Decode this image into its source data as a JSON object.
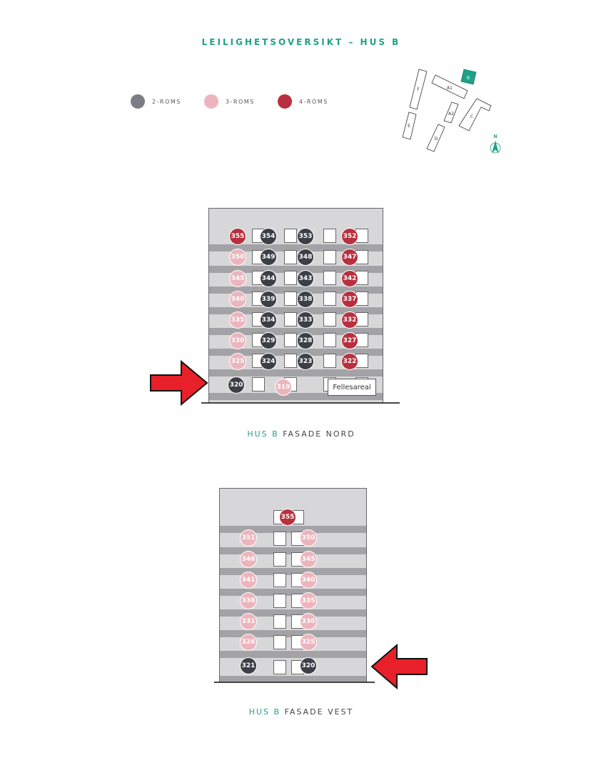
{
  "title": "LEILIGHETSOVERSIKT – HUS B",
  "legend": [
    {
      "label": "2-ROMS",
      "color": "#7b7d85"
    },
    {
      "label": "3-ROMS",
      "color": "#ecb5bd"
    },
    {
      "label": "4-ROMS",
      "color": "#b8303f"
    }
  ],
  "type_colors": {
    "2": "#3d3f47",
    "3": "#ecb5bd",
    "4": "#b8303f"
  },
  "site_map": {
    "buildings": [
      "F",
      "A1",
      "B",
      "A2",
      "C",
      "E",
      "D"
    ],
    "north": "N",
    "highlight": "B",
    "accent": "#1fa187"
  },
  "north": {
    "caption_hl": "HUS B",
    "caption": "FASADE NORD",
    "common_area": "Fellesareal",
    "units": [
      {
        "n": "355",
        "t": "4"
      },
      {
        "n": "354",
        "t": "2"
      },
      {
        "n": "353",
        "t": "2"
      },
      {
        "n": "352",
        "t": "4"
      },
      {
        "n": "350",
        "t": "3"
      },
      {
        "n": "349",
        "t": "2"
      },
      {
        "n": "348",
        "t": "2"
      },
      {
        "n": "347",
        "t": "4"
      },
      {
        "n": "345",
        "t": "3"
      },
      {
        "n": "344",
        "t": "2"
      },
      {
        "n": "343",
        "t": "2"
      },
      {
        "n": "342",
        "t": "4"
      },
      {
        "n": "340",
        "t": "3"
      },
      {
        "n": "339",
        "t": "2"
      },
      {
        "n": "338",
        "t": "2"
      },
      {
        "n": "337",
        "t": "4"
      },
      {
        "n": "335",
        "t": "3"
      },
      {
        "n": "334",
        "t": "2"
      },
      {
        "n": "333",
        "t": "2"
      },
      {
        "n": "332",
        "t": "4"
      },
      {
        "n": "330",
        "t": "3"
      },
      {
        "n": "329",
        "t": "2"
      },
      {
        "n": "328",
        "t": "2"
      },
      {
        "n": "327",
        "t": "4"
      },
      {
        "n": "325",
        "t": "3"
      },
      {
        "n": "324",
        "t": "2"
      },
      {
        "n": "323",
        "t": "2"
      },
      {
        "n": "322",
        "t": "4"
      },
      {
        "n": "320",
        "t": "2"
      },
      {
        "n": "319",
        "t": "3"
      }
    ]
  },
  "west": {
    "caption_hl": "HUS B",
    "caption": "FASADE VEST",
    "units": [
      {
        "n": "355",
        "t": "4"
      },
      {
        "n": "351",
        "t": "3"
      },
      {
        "n": "350",
        "t": "3"
      },
      {
        "n": "346",
        "t": "3"
      },
      {
        "n": "345",
        "t": "3"
      },
      {
        "n": "341",
        "t": "3"
      },
      {
        "n": "340",
        "t": "3"
      },
      {
        "n": "336",
        "t": "3"
      },
      {
        "n": "335",
        "t": "3"
      },
      {
        "n": "331",
        "t": "3"
      },
      {
        "n": "330",
        "t": "3"
      },
      {
        "n": "326",
        "t": "3"
      },
      {
        "n": "325",
        "t": "3"
      },
      {
        "n": "321",
        "t": "2"
      },
      {
        "n": "320",
        "t": "2"
      }
    ]
  }
}
